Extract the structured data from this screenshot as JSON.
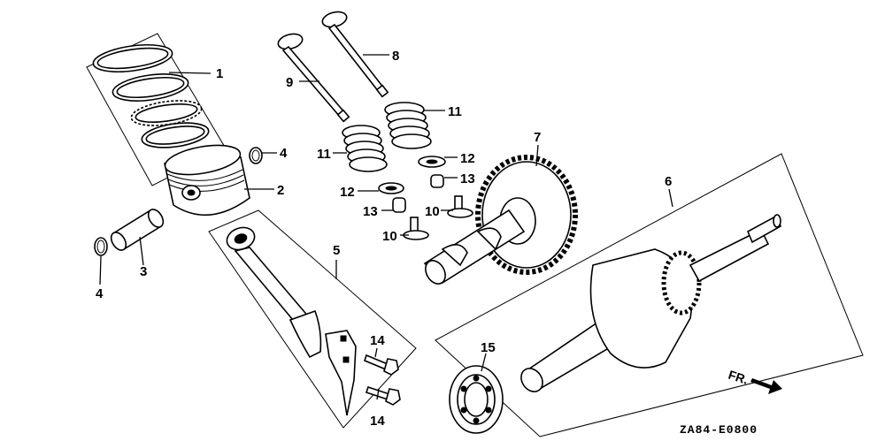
{
  "diagram_code": "ZA84-E0800",
  "direction_label": "FR.",
  "callouts": [
    {
      "id": "1",
      "text": "1",
      "part": "piston-ring-set"
    },
    {
      "id": "2",
      "text": "2",
      "part": "piston"
    },
    {
      "id": "3",
      "text": "3",
      "part": "piston-pin"
    },
    {
      "id": "4a",
      "text": "4",
      "part": "piston-pin-clip-upper"
    },
    {
      "id": "4b",
      "text": "4",
      "part": "piston-pin-clip-lower"
    },
    {
      "id": "5",
      "text": "5",
      "part": "connecting-rod-assembly"
    },
    {
      "id": "6",
      "text": "6",
      "part": "crankshaft-assembly"
    },
    {
      "id": "7",
      "text": "7",
      "part": "camshaft-gear"
    },
    {
      "id": "8",
      "text": "8",
      "part": "exhaust-valve"
    },
    {
      "id": "9",
      "text": "9",
      "part": "intake-valve"
    },
    {
      "id": "10a",
      "text": "10",
      "part": "valve-lifter-upper"
    },
    {
      "id": "10b",
      "text": "10",
      "part": "valve-lifter-lower"
    },
    {
      "id": "11a",
      "text": "11",
      "part": "valve-spring-right"
    },
    {
      "id": "11b",
      "text": "11",
      "part": "valve-spring-left"
    },
    {
      "id": "12a",
      "text": "12",
      "part": "valve-retainer-right"
    },
    {
      "id": "12b",
      "text": "12",
      "part": "valve-retainer-left"
    },
    {
      "id": "13a",
      "text": "13",
      "part": "valve-stem-seal-right"
    },
    {
      "id": "13b",
      "text": "13",
      "part": "valve-stem-seal-left"
    },
    {
      "id": "14a",
      "text": "14",
      "part": "rod-bolt-upper"
    },
    {
      "id": "14b",
      "text": "14",
      "part": "rod-bolt-lower"
    },
    {
      "id": "15",
      "text": "15",
      "part": "radial-ball-bearing"
    }
  ]
}
